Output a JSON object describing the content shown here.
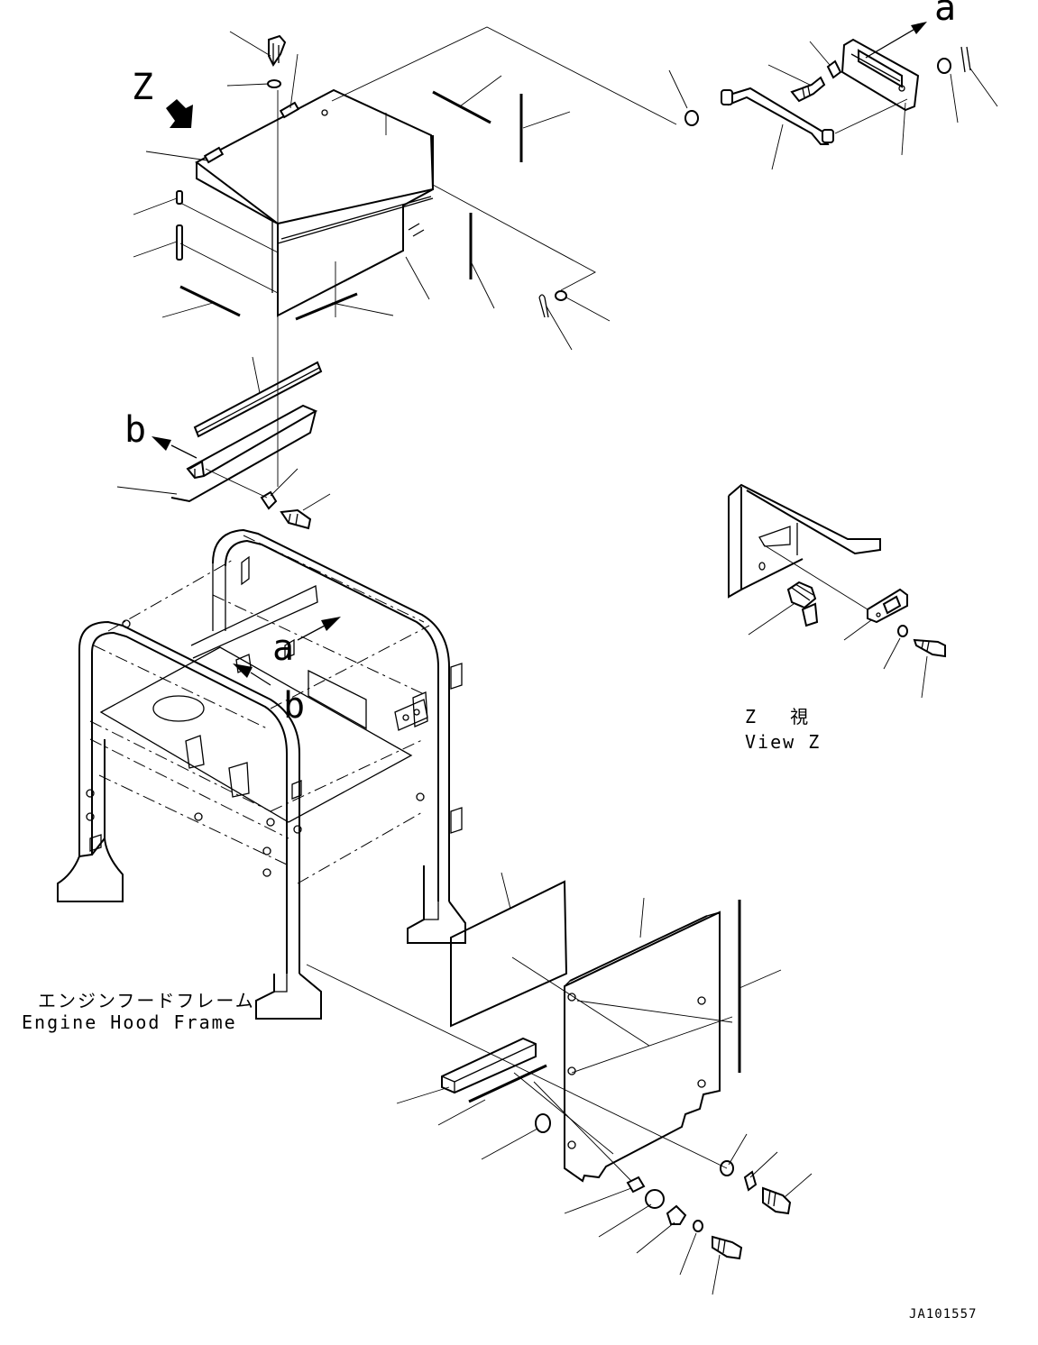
{
  "labels": {
    "view_z_marker": "Z",
    "arrow_a_top": "a",
    "arrow_a_frame": "a",
    "arrow_b_left": "b",
    "arrow_b_frame": "b",
    "view_z_jp": "Z　 視",
    "view_z_en": "View Z",
    "frame_jp": "エンジンフードフレーム",
    "frame_en": "Engine Hood Frame",
    "drawing_code": "JA101557"
  }
}
